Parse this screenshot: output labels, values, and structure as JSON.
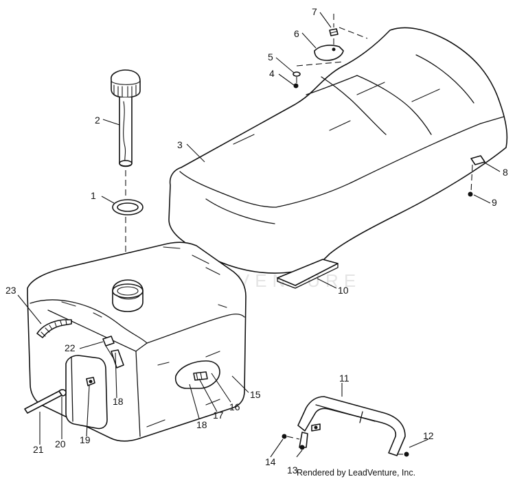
{
  "callouts": [
    {
      "id": "c1",
      "label": "1"
    },
    {
      "id": "c2",
      "label": "2"
    },
    {
      "id": "c3",
      "label": "3"
    },
    {
      "id": "c4",
      "label": "4"
    },
    {
      "id": "c5",
      "label": "5"
    },
    {
      "id": "c6",
      "label": "6"
    },
    {
      "id": "c7",
      "label": "7"
    },
    {
      "id": "c8",
      "label": "8"
    },
    {
      "id": "c9",
      "label": "9"
    },
    {
      "id": "c10",
      "label": "10"
    },
    {
      "id": "c11",
      "label": "11"
    },
    {
      "id": "c12",
      "label": "12"
    },
    {
      "id": "c13",
      "label": "13"
    },
    {
      "id": "c14",
      "label": "14"
    },
    {
      "id": "c15",
      "label": "15"
    },
    {
      "id": "c16",
      "label": "16"
    },
    {
      "id": "c17",
      "label": "17"
    },
    {
      "id": "c18a",
      "label": "18"
    },
    {
      "id": "c18b",
      "label": "18"
    },
    {
      "id": "c19",
      "label": "19"
    },
    {
      "id": "c20",
      "label": "20"
    },
    {
      "id": "c21",
      "label": "21"
    },
    {
      "id": "c22",
      "label": "22"
    },
    {
      "id": "c23",
      "label": "23"
    }
  ],
  "watermark": "LEADVENTURE",
  "credit": "Rendered by LeadVenture, Inc.",
  "colors": {
    "line": "#111111",
    "background": "#ffffff",
    "watermark": "#cfcfcf"
  }
}
